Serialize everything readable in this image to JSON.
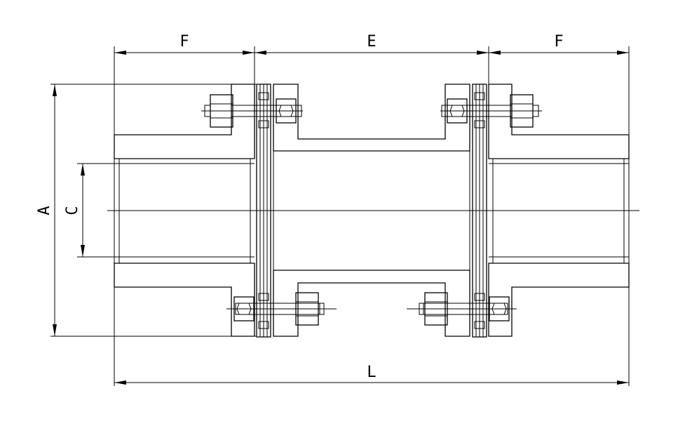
{
  "labels": {
    "left_hub_length": "F",
    "spacer_length": "E",
    "right_hub_length": "F",
    "overall_length": "L",
    "outer_diameter": "A",
    "bore_diameter": "C"
  }
}
